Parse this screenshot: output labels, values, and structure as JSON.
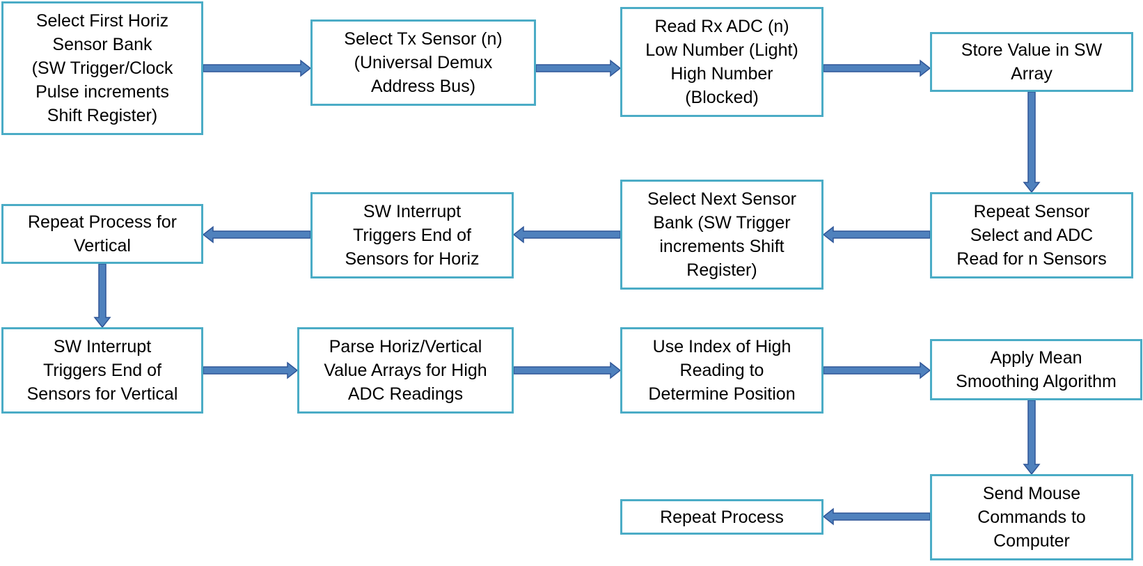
{
  "flowchart": {
    "steps": [
      "Select First Horiz\nSensor Bank\n(SW Trigger/Clock\nPulse increments\nShift Register)",
      "Select Tx Sensor (n)\n(Universal Demux\nAddress Bus)",
      "Read Rx ADC (n)\nLow Number (Light)\nHigh Number\n(Blocked)",
      "Store Value in SW\nArray",
      "Repeat Sensor\nSelect and ADC\nRead for n Sensors",
      "Select Next Sensor\nBank (SW Trigger\nincrements Shift\nRegister)",
      "SW Interrupt\nTriggers End of\nSensors for Horiz",
      "Repeat Process for\nVertical",
      "SW Interrupt\nTriggers End of\nSensors for Vertical",
      "Parse Horiz/Vertical\nValue Arrays for High\nADC Readings",
      "Use Index of High\nReading to\nDetermine Position",
      "Apply Mean\nSmoothing Algorithm",
      "Send Mouse\nCommands to\nComputer",
      "Repeat Process"
    ]
  },
  "colors": {
    "box_border": "#4bacc6",
    "arrow_fill": "#4f81bd",
    "arrow_stroke": "#2f5597"
  }
}
